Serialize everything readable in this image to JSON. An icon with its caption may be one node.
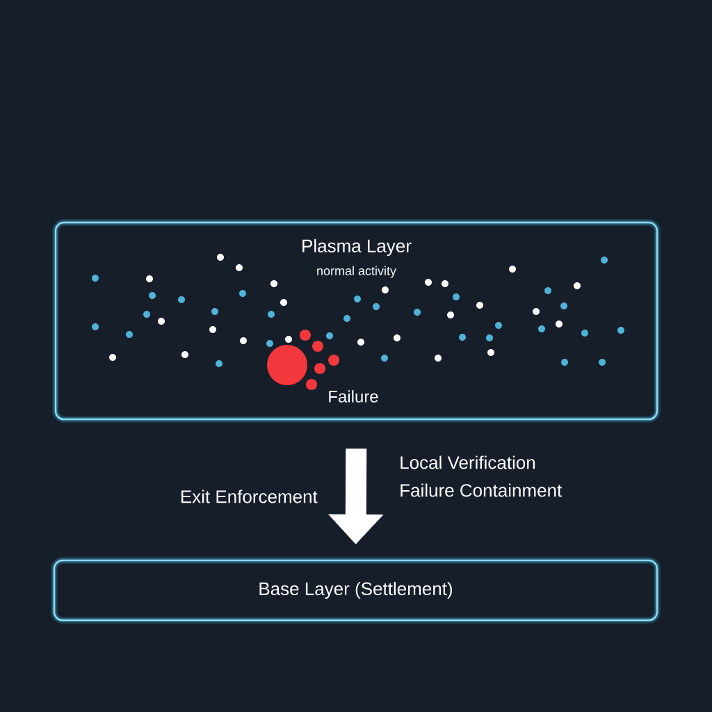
{
  "diagram": {
    "nodes": [
      {
        "text": [
          "Plasma Layer",
          "normal activity"
        ]
      },
      {
        "text": [
          "Base Layer (Settlement)"
        ]
      },
      {
        "text": [
          "Failure"
        ],
        "in": 0
      }
    ],
    "edges": [
      {
        "from": 0,
        "to": 1,
        "arrow": "to"
      }
    ],
    "labels": [
      "Local Verification",
      "Exit Enforcement",
      "Failure Containment"
    ]
  }
}
